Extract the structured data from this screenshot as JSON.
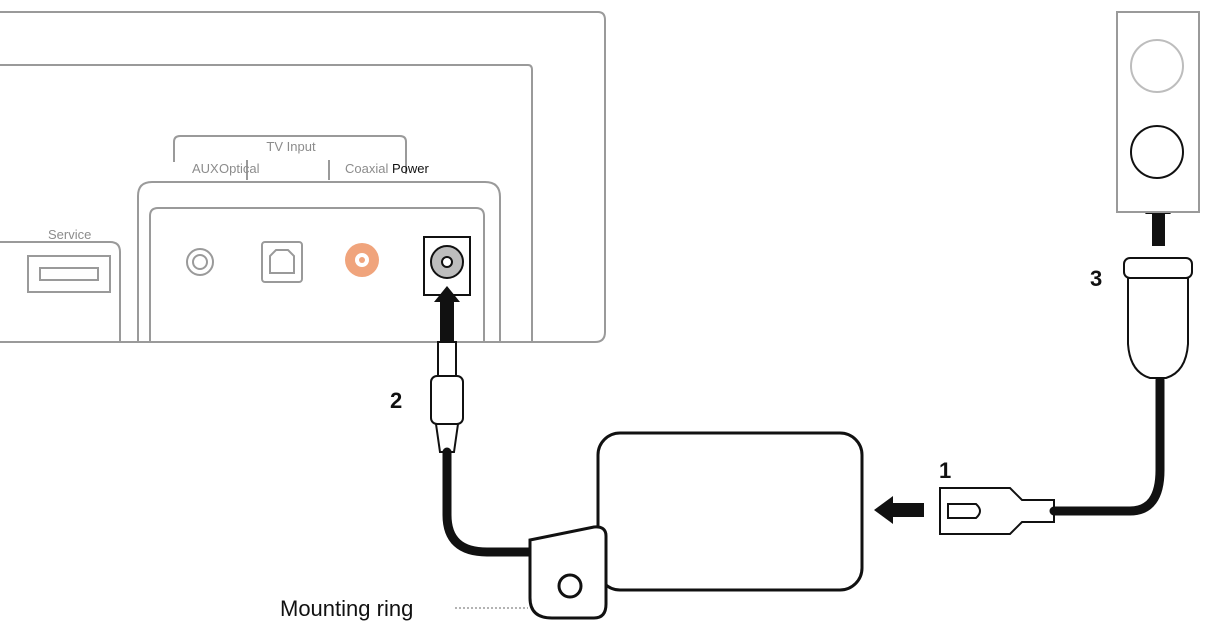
{
  "labels": {
    "tv_input": "TV Input",
    "aux": "AUX",
    "optical": "Optical",
    "coaxial": "Coaxial",
    "power": "Power",
    "service": "Service",
    "mounting_ring": "Mounting ring"
  },
  "steps": {
    "step1": "1",
    "step2": "2",
    "step3": "3"
  },
  "colors": {
    "outline": "#9a9a9a",
    "cable": "#111111",
    "coaxial_port": "#f0a47c",
    "power_port": "#bdbdbd"
  },
  "icons": {
    "power_plug": "dc-barrel-plug-icon",
    "wall_plug": "mains-plug-icon",
    "adapter": "power-adapter-icon",
    "outlet": "wall-outlet-icon"
  }
}
